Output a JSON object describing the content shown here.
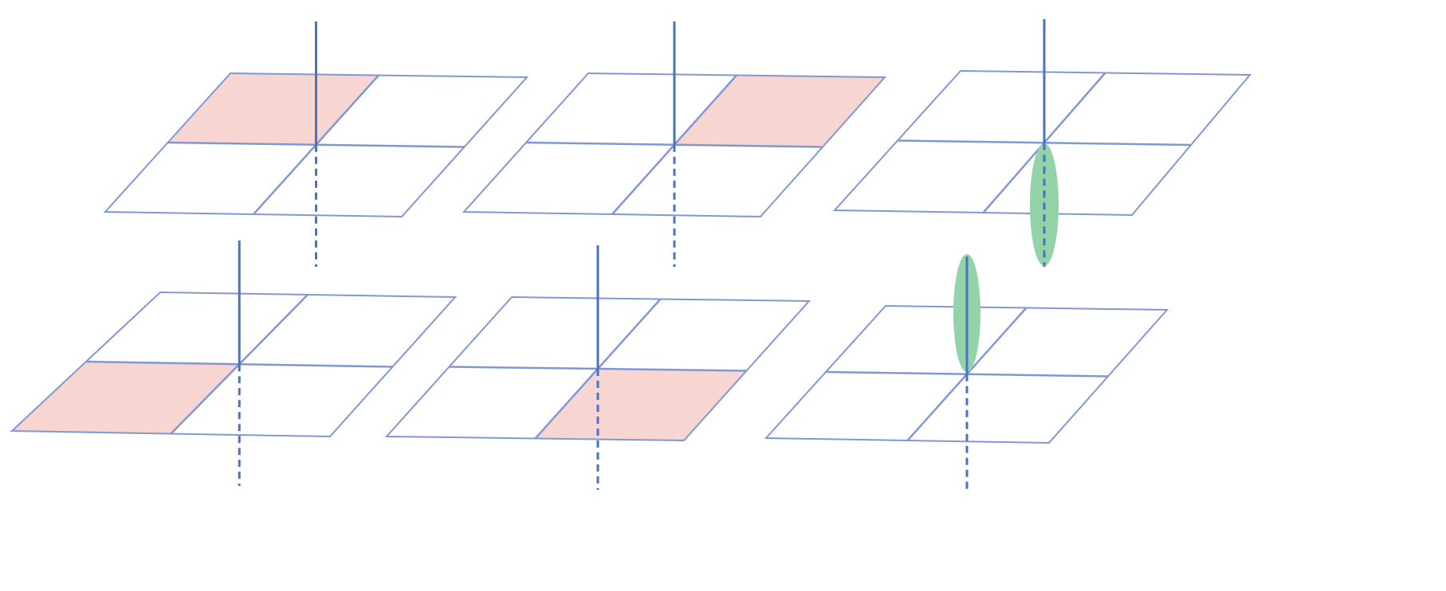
{
  "colors": {
    "grid_line": "#7f98d4",
    "axis_line": "#4a72c0",
    "highlight_quadrant": "#f7d5d0",
    "highlight_ellipse": "#93d3a8"
  },
  "panels": [
    {
      "highlight": "quadrant",
      "quadrant": "top-left"
    },
    {
      "highlight": "quadrant",
      "quadrant": "top-right"
    },
    {
      "highlight": "ellipse",
      "ellipse_position": "below-plane"
    },
    {
      "highlight": "quadrant",
      "quadrant": "bottom-left"
    },
    {
      "highlight": "quadrant",
      "quadrant": "bottom-right"
    },
    {
      "highlight": "ellipse",
      "ellipse_position": "above-plane"
    }
  ]
}
